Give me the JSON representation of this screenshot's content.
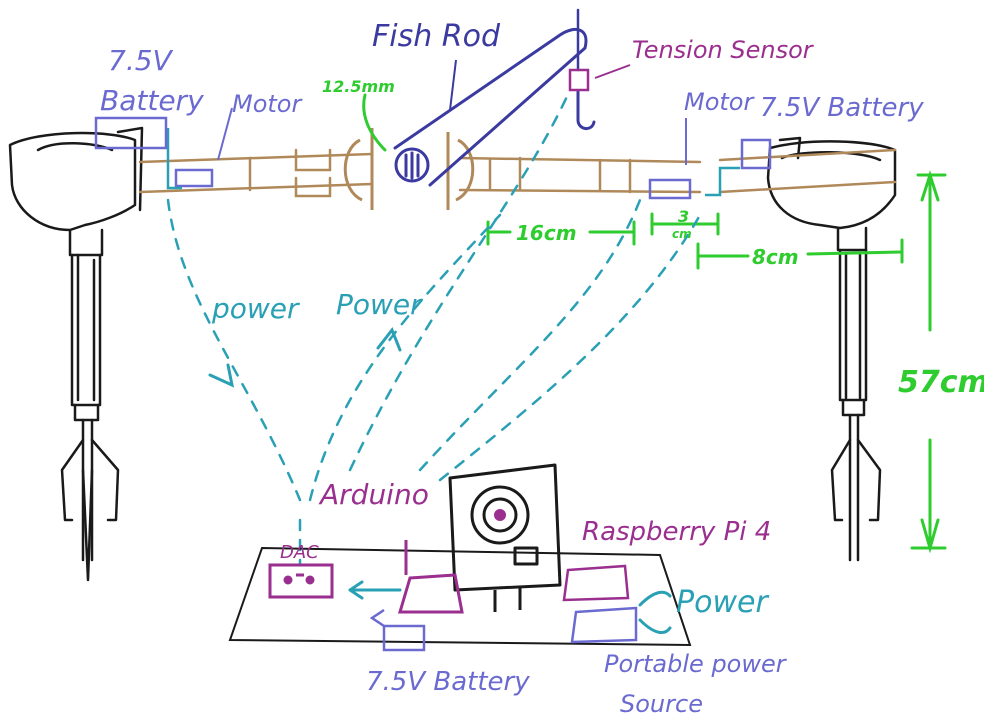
{
  "labels": {
    "battery_top_left_voltage": "7.5V",
    "battery_top_left": "Battery",
    "motor_left": "Motor",
    "fish_rod": "Fish Rod",
    "rod_size": "12.5mm",
    "tension_sensor": "Tension Sensor",
    "motor_right": "Motor",
    "battery_top_right": "7.5V Battery",
    "dim_16cm": "16cm",
    "dim_3cm_num": "3",
    "dim_3cm_unit": "cm",
    "dim_8cm": "8cm",
    "dim_57cm": "57cm",
    "power_left": "power",
    "power_center": "Power",
    "power_right": "Power",
    "arduino": "Arduino",
    "dac": "DAC",
    "raspberry_pi": "Raspberry Pi 4",
    "battery_bottom": "7.5V Battery",
    "portable_power_line1": "Portable power",
    "portable_power_line2": "Source"
  },
  "colors": {
    "ink": "#1a1a1a",
    "bar": "#b0895a",
    "blue_label": "#6a6ad0",
    "purple_label": "#9a2f8f",
    "cyan_line": "#2aa0b5",
    "green_dim": "#2ecc2e",
    "dark_blue": "#3a3aa0"
  }
}
